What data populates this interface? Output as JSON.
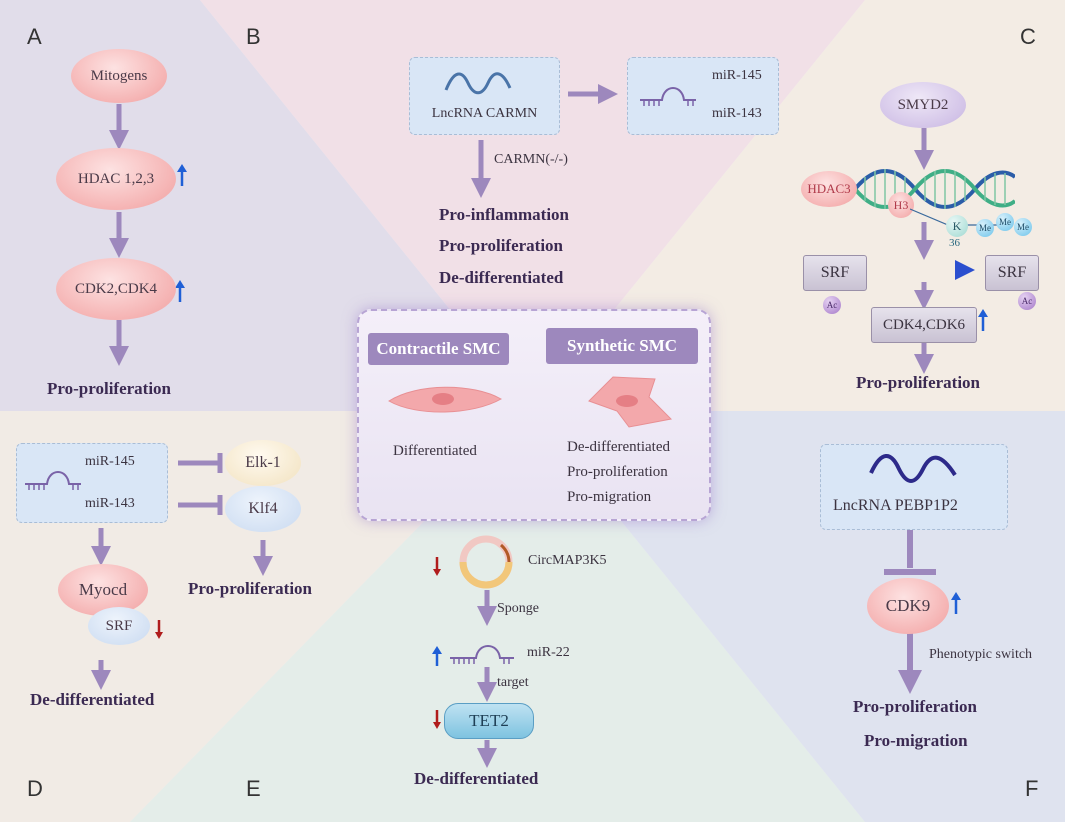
{
  "panels": {
    "a": "A",
    "b": "B",
    "c": "C",
    "d": "D",
    "e": "E",
    "f": "F"
  },
  "panel_a": {
    "mitogens": "Mitogens",
    "hdac": "HDAC 1,2,3",
    "cdk": "CDK2,CDK4",
    "outcome": "Pro-proliferation"
  },
  "panel_b": {
    "lncrna": "LncRNA CARMN",
    "mir145": "miR-145",
    "mir143": "miR-143",
    "knockout": "CARMN(-/-)",
    "out1": "Pro-inflammation",
    "out2": "Pro-proliferation",
    "out3": "De-differentiated"
  },
  "panel_c": {
    "smyd2": "SMYD2",
    "hdac3": "HDAC3",
    "h3": "H3",
    "k": "K",
    "k_num": "36",
    "me": "Me",
    "srf_left": "SRF",
    "srf_right": "SRF",
    "ac": "Ac",
    "cdk": "CDK4,CDK6",
    "outcome": "Pro-proliferation"
  },
  "center": {
    "contractile": "Contractile SMC",
    "synthetic": "Synthetic SMC",
    "left_label": "Differentiated",
    "right1": "De-differentiated",
    "right2": "Pro-proliferation",
    "right3": "Pro-migration"
  },
  "panel_d": {
    "mir145": "miR-145",
    "mir143": "miR-143",
    "elk1": "Elk-1",
    "klf4": "Klf4",
    "myocd": "Myocd",
    "srf": "SRF",
    "prolif": "Pro-proliferation",
    "dediff": "De-differentiated"
  },
  "panel_e": {
    "circ": "CircMAP3K5",
    "sponge": "Sponge",
    "mir22": "miR-22",
    "target": "target",
    "tet2": "TET2",
    "outcome": "De-differentiated"
  },
  "panel_f": {
    "lncrna": "LncRNA PEBP1P2",
    "cdk9": "CDK9",
    "switch": "Phenotypic switch",
    "out1": "Pro-proliferation",
    "out2": "Pro-migration"
  },
  "colors": {
    "up_arrow": "#1f5fd6",
    "down_arrow": "#b01c1c",
    "flow_arrow": "#9d88bd"
  }
}
